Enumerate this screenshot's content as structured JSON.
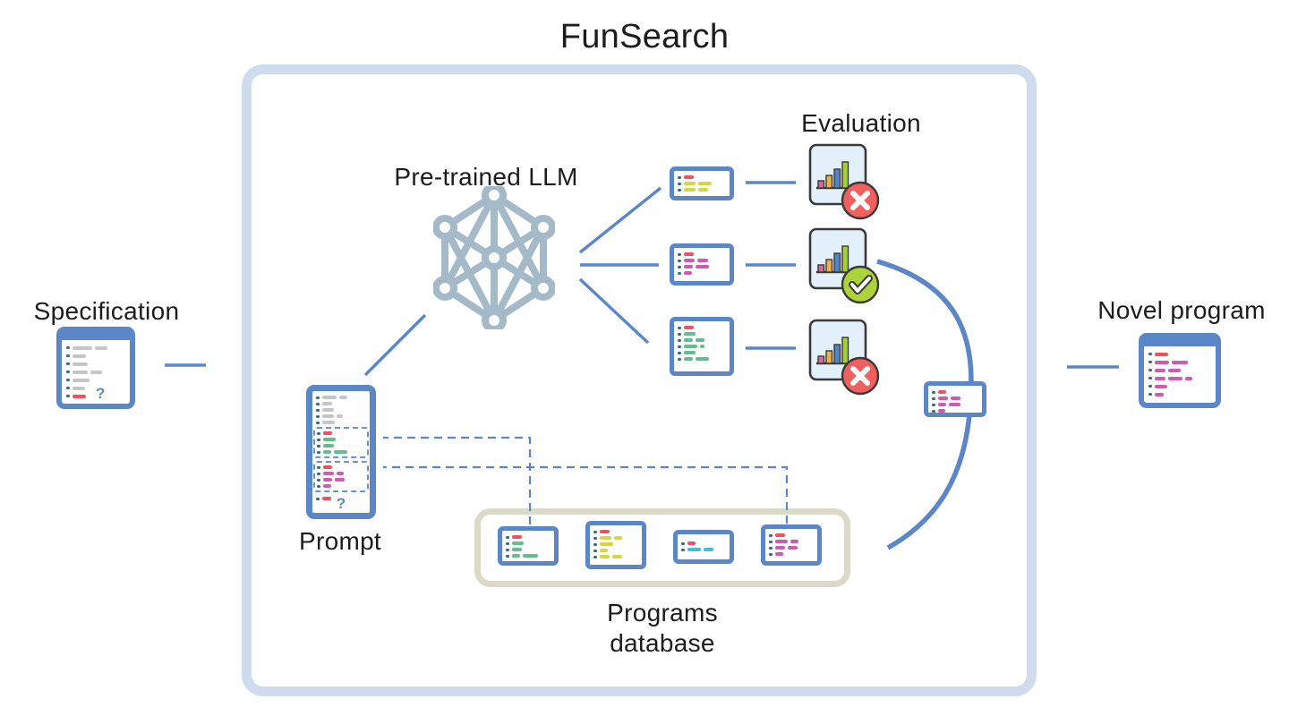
{
  "title": "FunSearch",
  "labels": {
    "specification": "Specification",
    "pretrained_llm": "Pre-trained LLM",
    "evaluation": "Evaluation",
    "prompt": "Prompt",
    "programs_db_line1": "Programs",
    "programs_db_line2": "database",
    "novel_program": "Novel program",
    "question_mark": "?"
  },
  "evaluation": {
    "results": [
      "fail",
      "pass",
      "fail"
    ]
  },
  "colors": {
    "ink": "#1c1c1c",
    "accent_blue": "#5b87c8",
    "box_border": "#cfdcee",
    "db_border": "#d9dac8",
    "net_gray": "#a5bac9",
    "doc_fill": "#e1f0fa",
    "outline_dark": "#3a3a3a",
    "code_gray": "#c6c6c6",
    "code_red": "#ee5262",
    "code_green": "#64bd8b",
    "code_yellow": "#d4d645",
    "code_pink": "#cc5cb0",
    "code_cyan": "#3fc0d8",
    "dot_teal": "#356b77",
    "badge_red": "#f15f5f",
    "badge_green": "#abd43b",
    "bar_pink": "#e2649c",
    "bar_orange": "#edb04b",
    "bar_blue": "#4f86ca",
    "bar_green": "#a5cd3c"
  },
  "icons": {
    "specification_doc": {
      "rows": [
        [
          [
            "gray",
            22
          ],
          [
            "gray",
            14
          ]
        ],
        [
          [
            "gray",
            15
          ]
        ],
        [
          [
            "gray",
            17
          ]
        ],
        [
          [
            "gray",
            17
          ],
          [
            "gray",
            13
          ]
        ],
        [
          [
            "gray",
            19
          ]
        ],
        [
          [
            "gray",
            14
          ]
        ],
        [
          [
            "red",
            15
          ]
        ]
      ]
    },
    "prompt_doc": {
      "gray_rows": [
        [
          [
            "gray",
            16
          ],
          [
            "gray",
            9
          ]
        ],
        [
          [
            "gray",
            11
          ]
        ],
        [
          [
            "gray",
            13
          ]
        ],
        [
          [
            "gray",
            13
          ],
          [
            "gray",
            7
          ]
        ],
        [
          [
            "gray",
            14
          ]
        ]
      ],
      "green_block_rows": [
        [
          [
            "red",
            10
          ]
        ],
        [
          [
            "green",
            14
          ]
        ],
        [
          [
            "green",
            12
          ]
        ],
        [
          [
            "green",
            9
          ],
          [
            "green",
            15
          ]
        ]
      ],
      "pink_block_rows": [
        [
          [
            "red",
            10
          ]
        ],
        [
          [
            "pink",
            12
          ],
          [
            "pink",
            8
          ]
        ],
        [
          [
            "pink",
            10
          ],
          [
            "pink",
            11
          ]
        ],
        [
          [
            "pink",
            9
          ]
        ]
      ],
      "tail_rows": [
        [
          [
            "red",
            10
          ]
        ]
      ]
    },
    "llm_outputs": {
      "yellow_rows": [
        [
          [
            "red",
            11
          ]
        ],
        [
          [
            "yellow",
            13
          ],
          [
            "yellow",
            15
          ]
        ],
        [
          [
            "yellow",
            13
          ],
          [
            "yellow",
            11
          ]
        ]
      ],
      "pink_rows": [
        [
          [
            "red",
            11
          ]
        ],
        [
          [
            "pink",
            12
          ],
          [
            "pink",
            12
          ]
        ],
        [
          [
            "pink",
            10
          ],
          [
            "pink",
            15
          ]
        ],
        [
          [
            "pink",
            9
          ]
        ]
      ],
      "green_rows": [
        [
          [
            "red",
            11
          ]
        ],
        [
          [
            "green",
            13
          ]
        ],
        [
          [
            "green",
            10
          ],
          [
            "green",
            10
          ]
        ],
        [
          [
            "green",
            15
          ],
          [
            "green",
            5
          ]
        ],
        [
          [
            "green",
            13
          ]
        ],
        [
          [
            "green",
            10
          ],
          [
            "green",
            15
          ]
        ]
      ]
    },
    "selected_program": {
      "rows": [
        [
          [
            "red",
            9
          ]
        ],
        [
          [
            "pink",
            11
          ],
          [
            "pink",
            11
          ]
        ],
        [
          [
            "pink",
            9
          ],
          [
            "pink",
            13
          ]
        ],
        [
          [
            "pink",
            8
          ]
        ]
      ]
    },
    "database_programs": {
      "green_rows": [
        [
          [
            "red",
            11
          ]
        ],
        [
          [
            "green",
            13
          ]
        ],
        [
          [
            "green",
            11
          ]
        ],
        [
          [
            "green",
            9
          ],
          [
            "green",
            17
          ]
        ]
      ],
      "yellow_rows": [
        [
          [
            "red",
            11
          ]
        ],
        [
          [
            "yellow",
            13
          ],
          [
            "yellow",
            9
          ]
        ],
        [
          [
            "yellow",
            15
          ]
        ],
        [
          [
            "yellow",
            9
          ]
        ],
        [
          [
            "yellow",
            11
          ],
          [
            "yellow",
            11
          ]
        ]
      ],
      "cyan_rows": [
        [
          [
            "red",
            9
          ]
        ],
        [
          [
            "cyan",
            15
          ],
          [
            "cyan",
            11
          ]
        ]
      ],
      "pink_rows": [
        [
          [
            "red",
            11
          ]
        ],
        [
          [
            "pink",
            14
          ],
          [
            "pink",
            9
          ]
        ],
        [
          [
            "pink",
            11
          ],
          [
            "pink",
            11
          ]
        ],
        [
          [
            "pink",
            9
          ]
        ]
      ]
    },
    "novel_program_doc": {
      "rows": [
        [
          [
            "red",
            15
          ]
        ],
        [
          [
            "pink",
            16
          ],
          [
            "pink",
            18
          ]
        ],
        [
          [
            "pink",
            12
          ],
          [
            "pink",
            14
          ]
        ],
        [
          [
            "pink",
            12
          ],
          [
            "pink",
            16
          ],
          [
            "pink",
            8
          ]
        ],
        [
          [
            "pink",
            14
          ]
        ],
        [
          [
            "pink",
            10
          ]
        ]
      ]
    }
  }
}
